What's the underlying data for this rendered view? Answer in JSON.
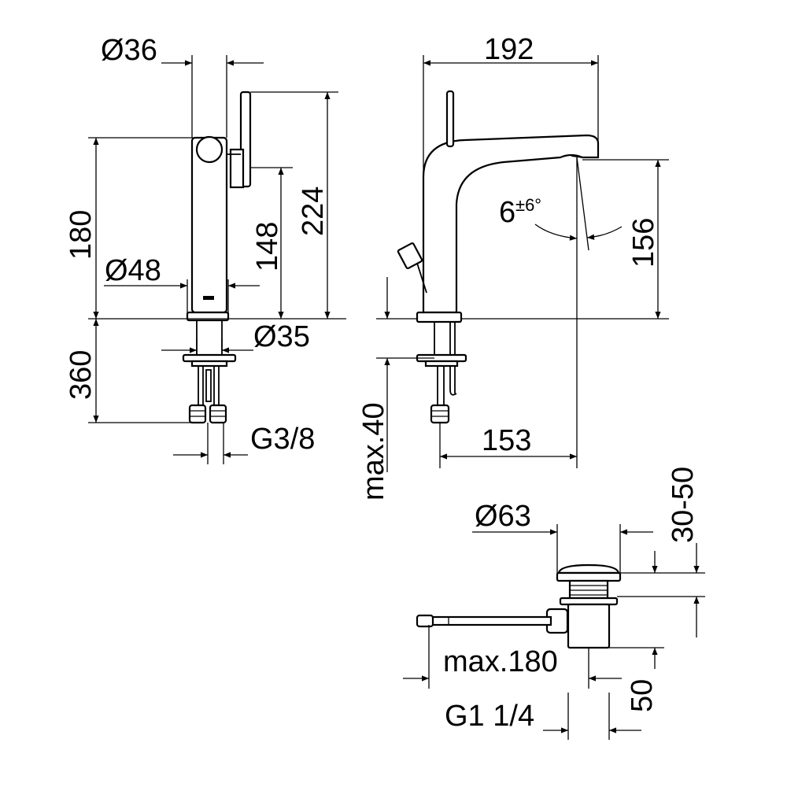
{
  "front_view": {
    "dia_36": "Ø36",
    "dim_180": "180",
    "dia_48": "Ø48",
    "dim_148": "148",
    "dim_224": "224",
    "dia_35": "Ø35",
    "dim_360": "360",
    "thread_g38": "G3/8"
  },
  "side_view": {
    "dim_192": "192",
    "angle_base": "6",
    "angle_tol": "±6°",
    "dim_156": "156",
    "dim_max40": "max.40",
    "dim_153": "153"
  },
  "waste_view": {
    "dia_63": "Ø63",
    "dim_3050": "30-50",
    "dim_max180": "max.180",
    "dim_50": "50",
    "thread_g114": "G1 1/4"
  }
}
